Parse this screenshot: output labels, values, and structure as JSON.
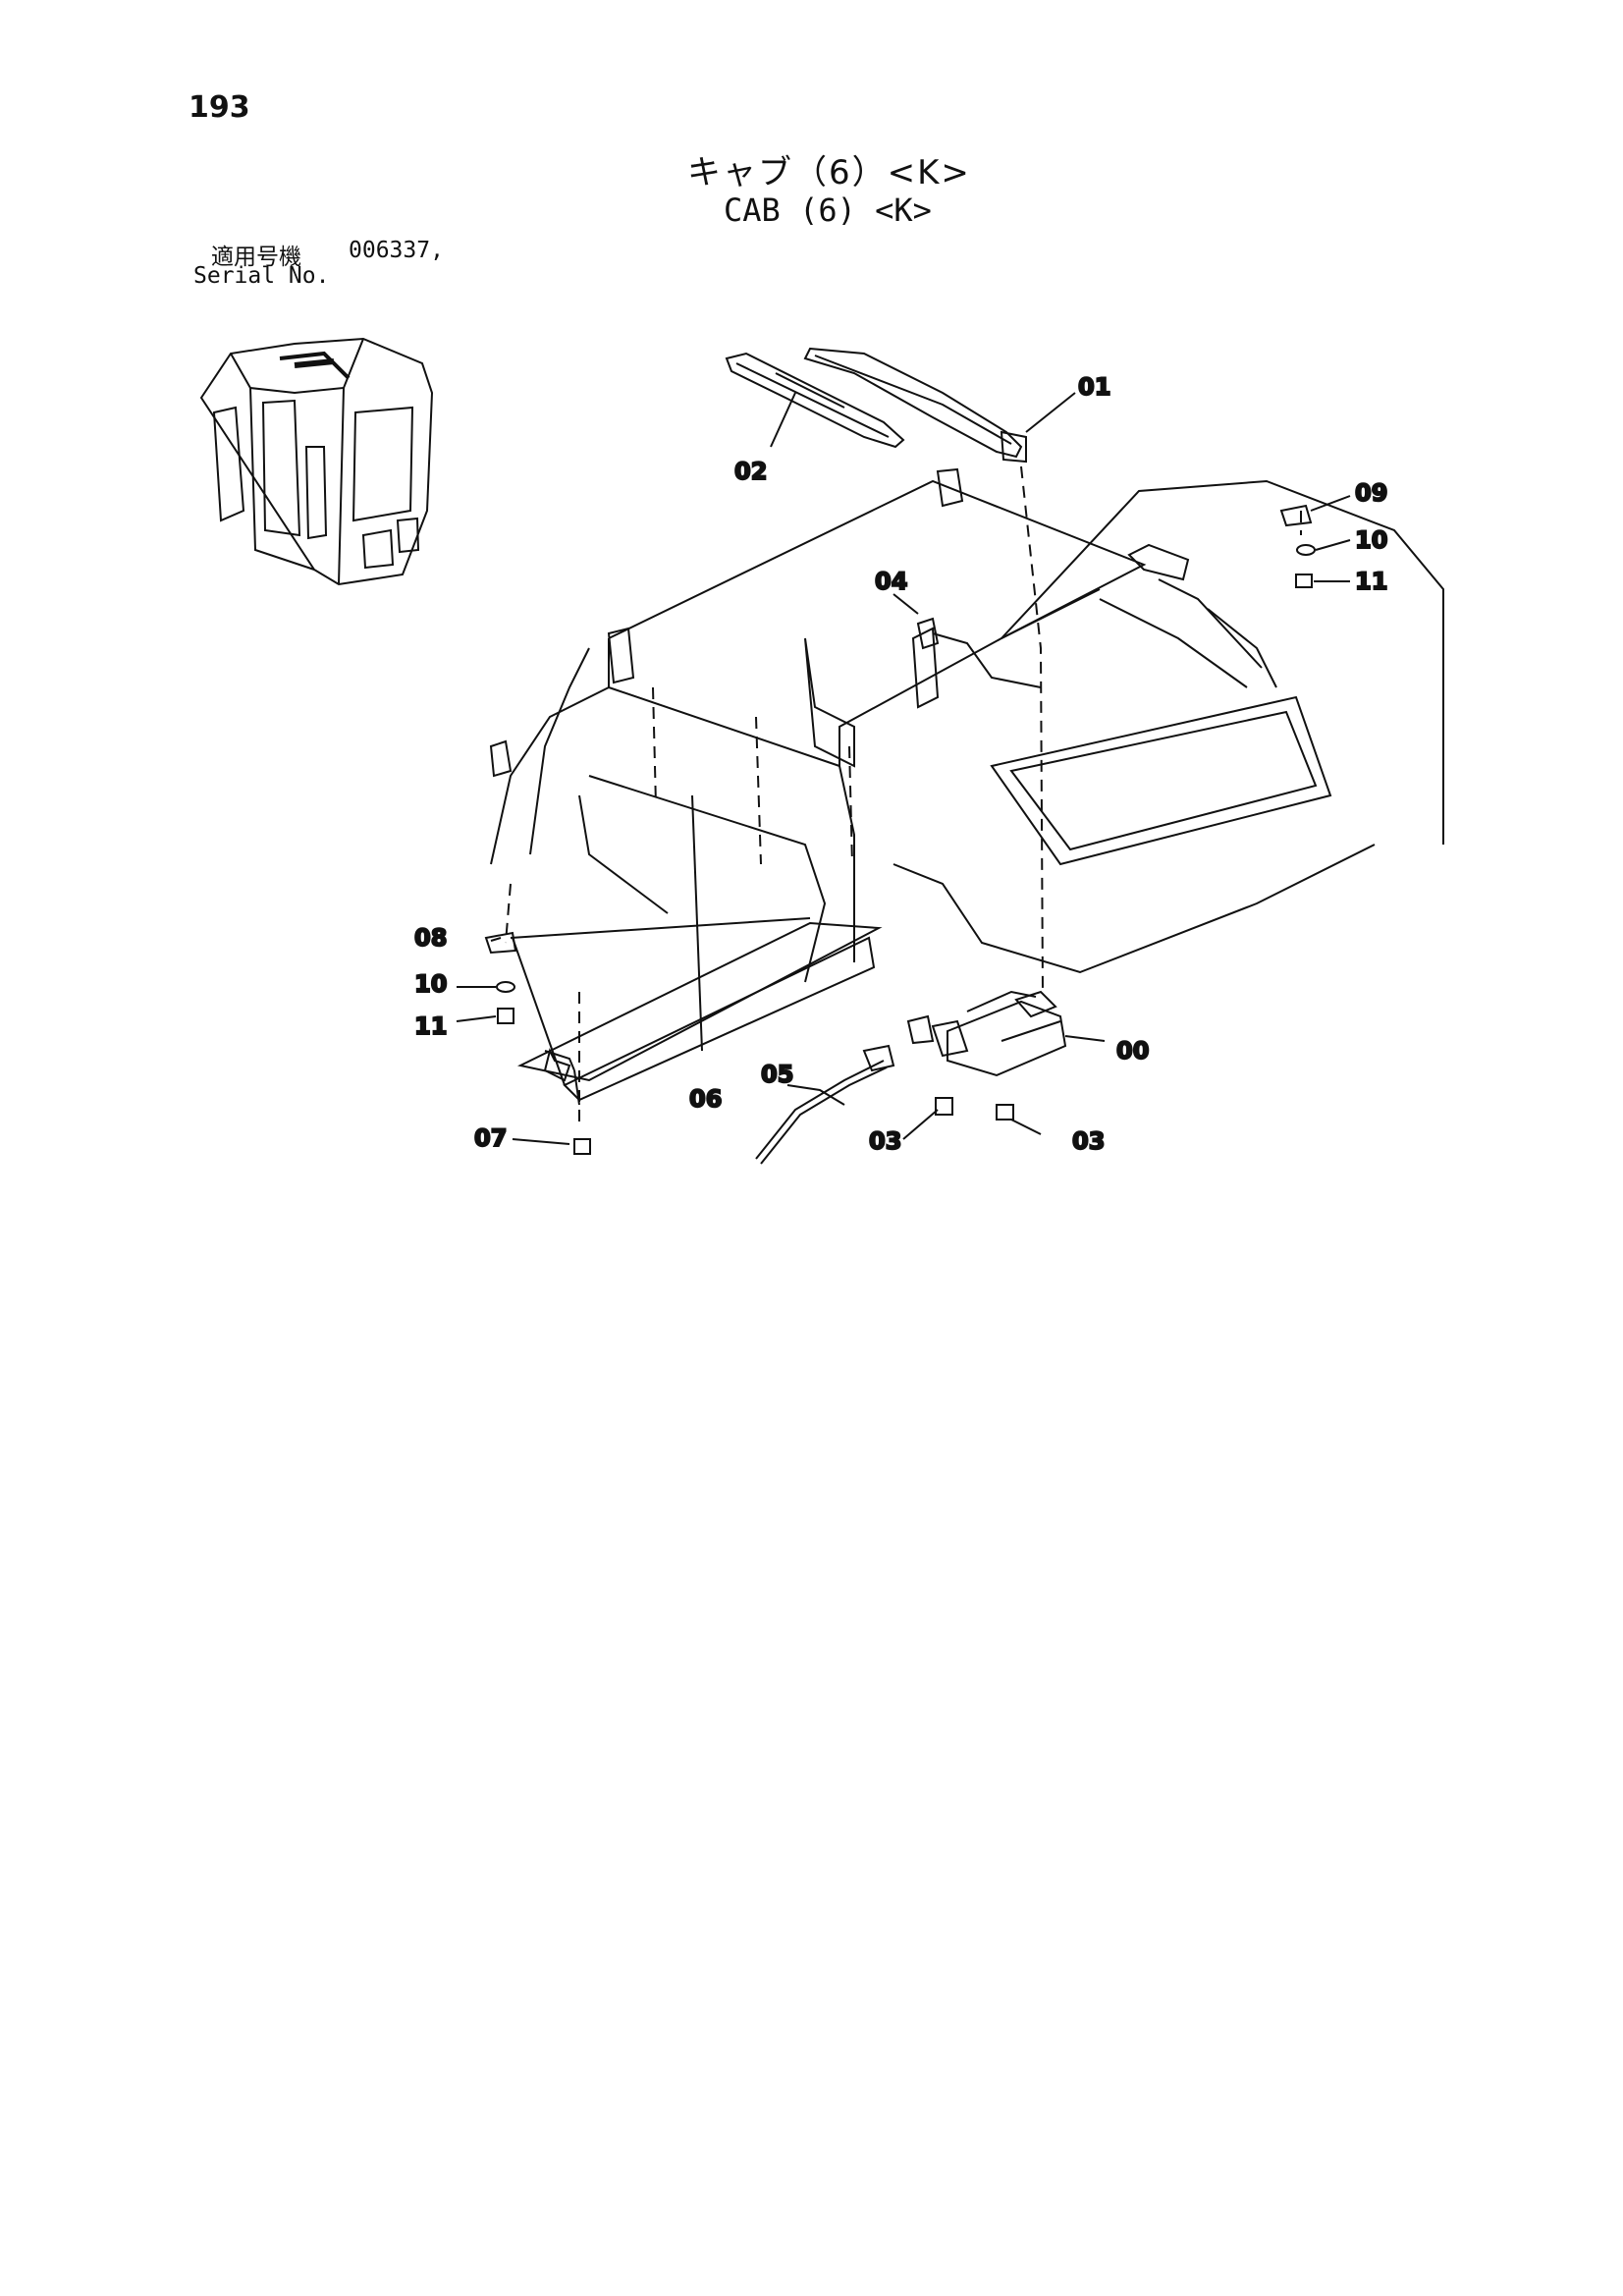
{
  "page_number": "193",
  "title_jp": "キャブ（6）<K>",
  "title_en": "CAB (6) <K>",
  "serial": {
    "label_jp": "適用号機",
    "label_en": "Serial No.",
    "value": "006337,"
  },
  "callouts": {
    "c00": "00",
    "c01": "01",
    "c02": "02",
    "c03a": "03",
    "c03b": "03",
    "c04": "04",
    "c05": "05",
    "c06": "06",
    "c07": "07",
    "c08": "08",
    "c09": "09",
    "c10a": "10",
    "c10b": "10",
    "c11a": "11",
    "c11b": "11"
  }
}
